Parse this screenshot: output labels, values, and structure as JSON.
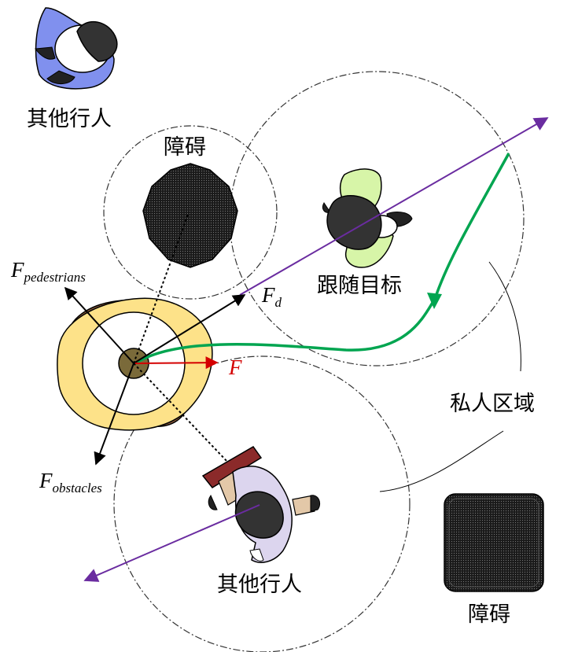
{
  "labels": {
    "other_pedestrian_top": "其他行人",
    "obstacle_top": "障碍",
    "follow_target": "跟随目标",
    "private_zone": "私人区域",
    "other_pedestrian_bottom": "其他行人",
    "obstacle_bottom": "障碍"
  },
  "forces": {
    "pedestrians": {
      "main": "F",
      "sub": "pedestrians"
    },
    "desired": {
      "main": "F",
      "sub": "d"
    },
    "total": {
      "main": "F"
    },
    "obstacles": {
      "main": "F",
      "sub": "obstacles"
    }
  },
  "colors": {
    "path_green": "#00a550",
    "trajectory_purple": "#6a2ca0",
    "force_red": "#d40000",
    "robot_yellow": "#fde289",
    "robot_brown": "#8b5a3c",
    "pedestrian_blue": "#8090ee",
    "pedestrian_green": "#d7f5a8",
    "pedestrian_lavender": "#dcd5ee"
  }
}
